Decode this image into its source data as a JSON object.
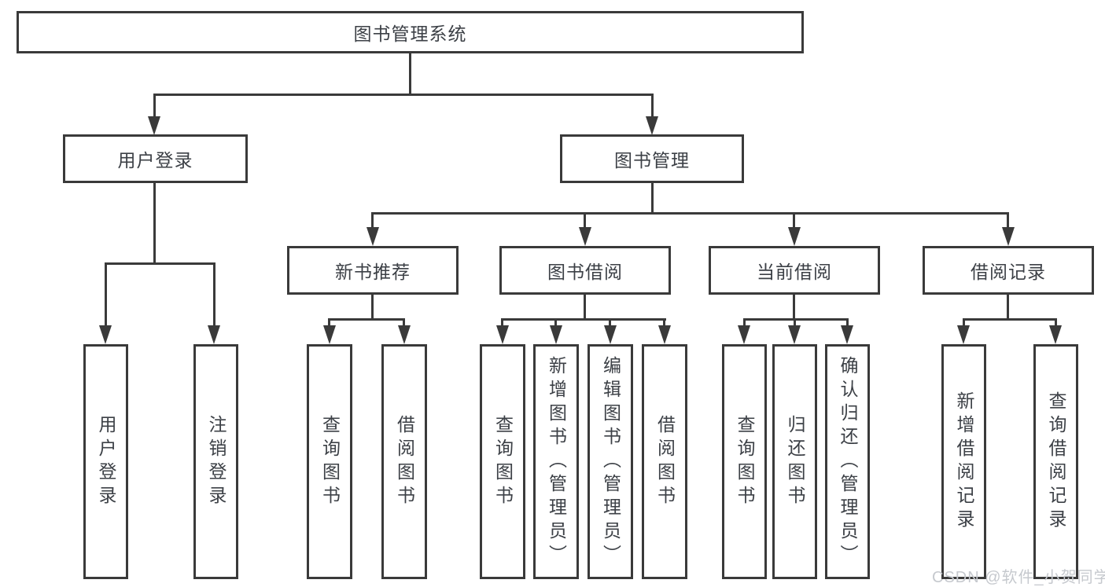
{
  "diagram": {
    "title": "图书管理系统",
    "branches": [
      {
        "label": "用户登录",
        "children": [
          {
            "label": "用户登录"
          },
          {
            "label": "注销登录"
          }
        ]
      },
      {
        "label": "图书管理",
        "children": [
          {
            "label": "新书推荐",
            "children": [
              {
                "label": "查询图书"
              },
              {
                "label": "借阅图书"
              }
            ]
          },
          {
            "label": "图书借阅",
            "children": [
              {
                "label": "查询图书"
              },
              {
                "label": "新增图书（管理员）"
              },
              {
                "label": "编辑图书（管理员）"
              },
              {
                "label": "借阅图书"
              }
            ]
          },
          {
            "label": "当前借阅",
            "children": [
              {
                "label": "查询图书"
              },
              {
                "label": "归还图书"
              },
              {
                "label": "确认归还（管理员）"
              }
            ]
          },
          {
            "label": "借阅记录",
            "children": [
              {
                "label": "新增借阅记录"
              },
              {
                "label": "查询借阅记录"
              }
            ]
          }
        ]
      }
    ]
  },
  "watermark": {
    "text": "CSDN @软件_小贺同学"
  },
  "colors": {
    "line": "#3a3a3a",
    "text": "#3c4046",
    "watermark": "#c6c9ce"
  }
}
